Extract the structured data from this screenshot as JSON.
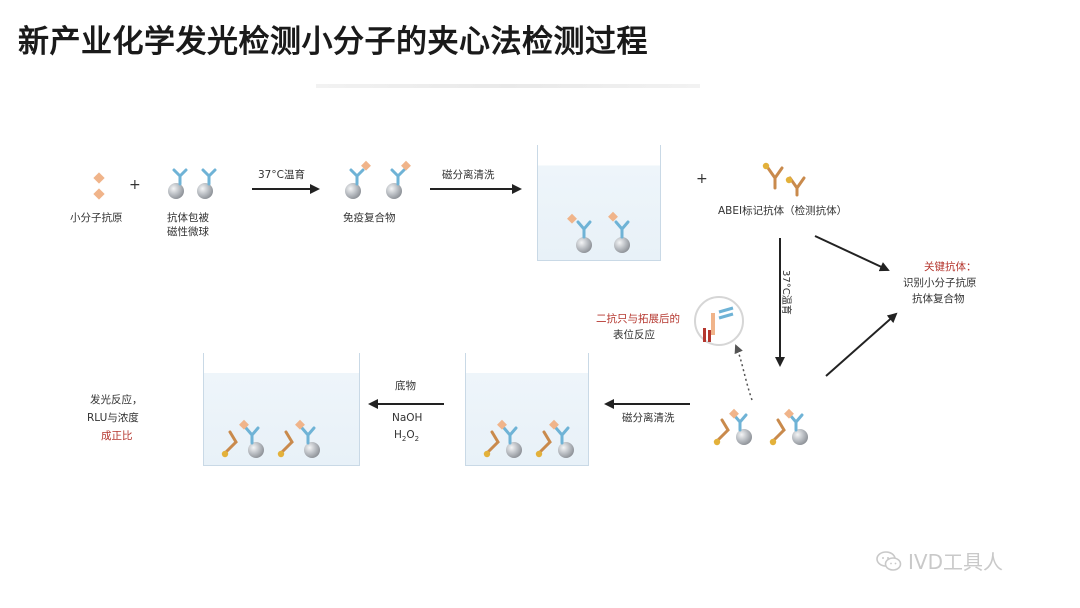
{
  "title": "新产业化学发光检测小分子的夹心法检测过程",
  "labels": {
    "small_antigen": "小分子抗原",
    "plus1": "+",
    "antibody_beads_1": "抗体包被",
    "antibody_beads_2": "磁性微球",
    "incubate_1": "37°C温育",
    "immune_complex": "免疫复合物",
    "wash_1": "磁分离清洗",
    "plus2": "+",
    "abei_antibody": "ABEI标记抗体（检测抗体）",
    "incubate_2": "37°C温育",
    "key_antibody": "关键抗体：",
    "key_line2": "识别小分子抗原",
    "key_line3": "抗体复合物",
    "secondary_1": "二抗只与拓展后的",
    "secondary_2": "表位反应",
    "wash_2": "磁分离清洗",
    "substrate": "底物",
    "naoh": "NaOH",
    "h2o2_h": "H",
    "h2o2_2a": "2",
    "h2o2_o": "O",
    "h2o2_2b": "2",
    "light_1": "发光反应，",
    "light_2": "RLU与浓度",
    "light_3": "成正比"
  },
  "watermark": "IVD工具人",
  "colors": {
    "antigen": "#f0b48a",
    "antibody": "#6fb3d6",
    "bead": "#a9adb3",
    "abei": "#c98a4c",
    "abei_dot": "#e3b13a",
    "arrow": "#222222",
    "red_text": "#b5372f"
  },
  "icons": [
    "wechat-icon"
  ]
}
